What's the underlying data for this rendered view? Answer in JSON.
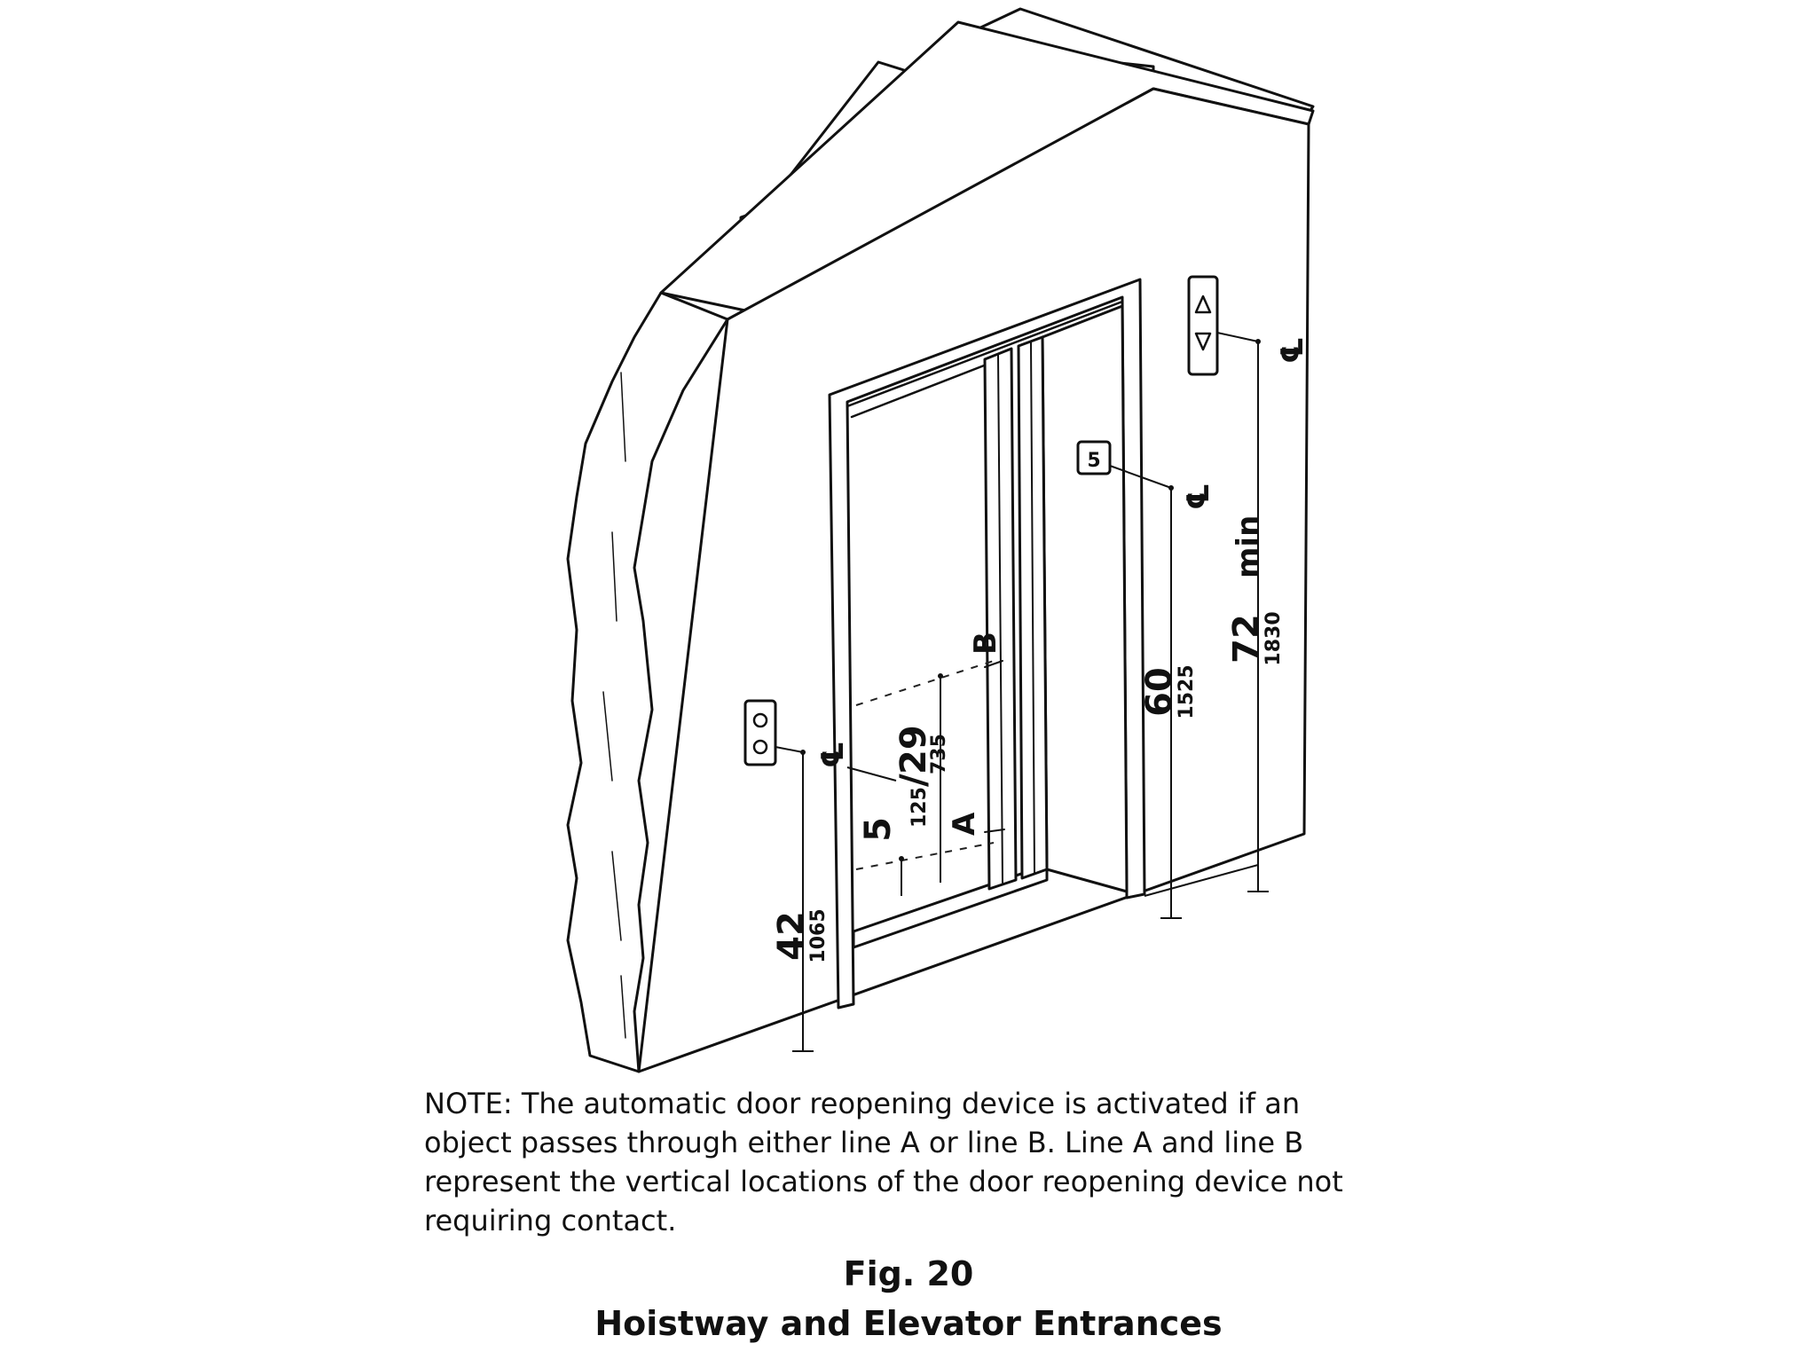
{
  "figure": {
    "number": "Fig. 20",
    "title": "Hoistway and Elevator Entrances",
    "note": "NOTE: The automatic door reopening device is activated if an object passes through either line A or line B. Line A and line B represent the vertical locations of the door reopening device not requiring contact."
  },
  "dimensions": {
    "hall_button": {
      "inches": "42",
      "mm": "1065"
    },
    "reopen_line_a": {
      "inches": "5",
      "mm": "125"
    },
    "reopen_line_b": {
      "inches": "29",
      "mm": "735"
    },
    "separator": "/",
    "car_position_indicator": {
      "inches": "60",
      "mm": "1525"
    },
    "hall_lantern": {
      "inches": "72",
      "mm": "1830",
      "suffix": "min"
    }
  },
  "labels": {
    "line_a": "A",
    "line_b": "B"
  }
}
